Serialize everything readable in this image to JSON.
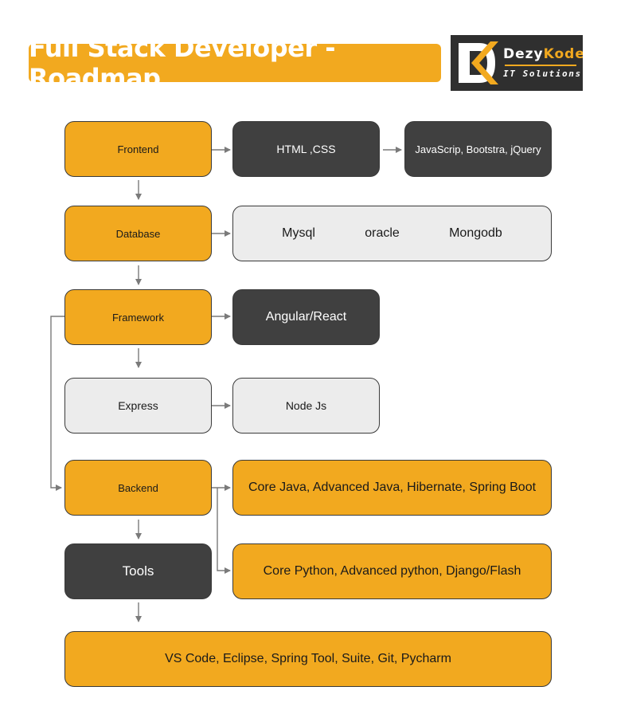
{
  "title": "Full Stack Developer - Roadmap",
  "logo": {
    "name_part1": "Dezy",
    "name_part2": "Kode",
    "subtitle": "IT Solutions",
    "mark_letters": "DK"
  },
  "colors": {
    "orange": "#f2a91f",
    "dark": "#404040",
    "light": "#ececec",
    "arrow": "#7a7a7a"
  },
  "nodes": {
    "frontend": "Frontend",
    "html_css": "HTML ,CSS",
    "js_libs": "JavaScrip, Bootstra, jQuery",
    "database": "Database",
    "db_options": [
      "Mysql",
      "oracle",
      "Mongodb"
    ],
    "framework": "Framework",
    "angular_react": "Angular/React",
    "express": "Express",
    "node_js": "Node Js",
    "backend": "Backend",
    "java_stack": "Core Java, Advanced Java, Hibernate, Spring Boot",
    "tools": "Tools",
    "python_stack": "Core Python, Advanced python, Django/Flash",
    "tool_list": "VS Code, Eclipse, Spring Tool, Suite, Git, Pycharm"
  }
}
